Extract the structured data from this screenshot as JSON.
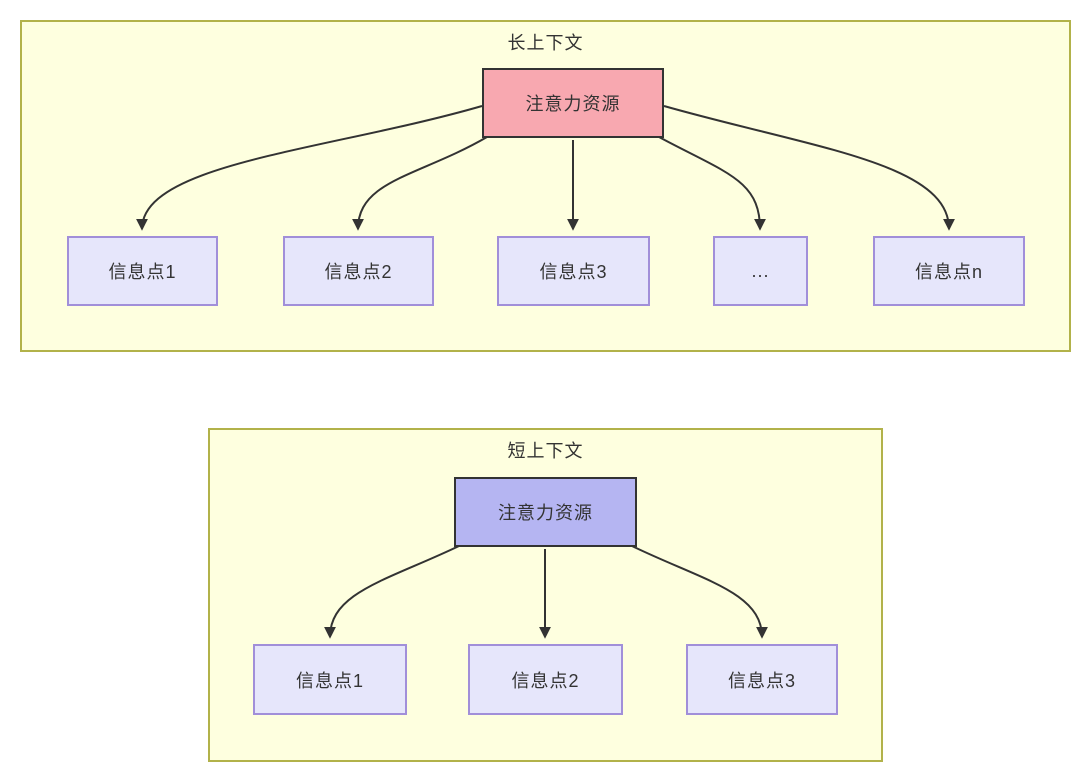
{
  "colors": {
    "panel_bg": "#feffdf",
    "panel_border": "#b2b24a",
    "attention_long_bg": "#f8a8b0",
    "attention_short_bg": "#b5b5f2",
    "attention_border": "#333333",
    "info_bg": "#e6e6fb",
    "info_border": "#a18fd9",
    "arrow": "#333333",
    "text": "#333333"
  },
  "long_context": {
    "title": "长上下文",
    "attention_label": "注意力资源",
    "info_points": [
      {
        "label": "信息点1"
      },
      {
        "label": "信息点2"
      },
      {
        "label": "信息点3"
      },
      {
        "label": "..."
      },
      {
        "label": "信息点n"
      }
    ],
    "connections": [
      "注意力资源→信息点1",
      "注意力资源→信息点2",
      "注意力资源→信息点3",
      "注意力资源→...",
      "注意力资源→信息点n"
    ]
  },
  "short_context": {
    "title": "短上下文",
    "attention_label": "注意力资源",
    "info_points": [
      {
        "label": "信息点1"
      },
      {
        "label": "信息点2"
      },
      {
        "label": "信息点3"
      }
    ],
    "connections": [
      "注意力资源→信息点1",
      "注意力资源→信息点2",
      "注意力资源→信息点3"
    ]
  }
}
